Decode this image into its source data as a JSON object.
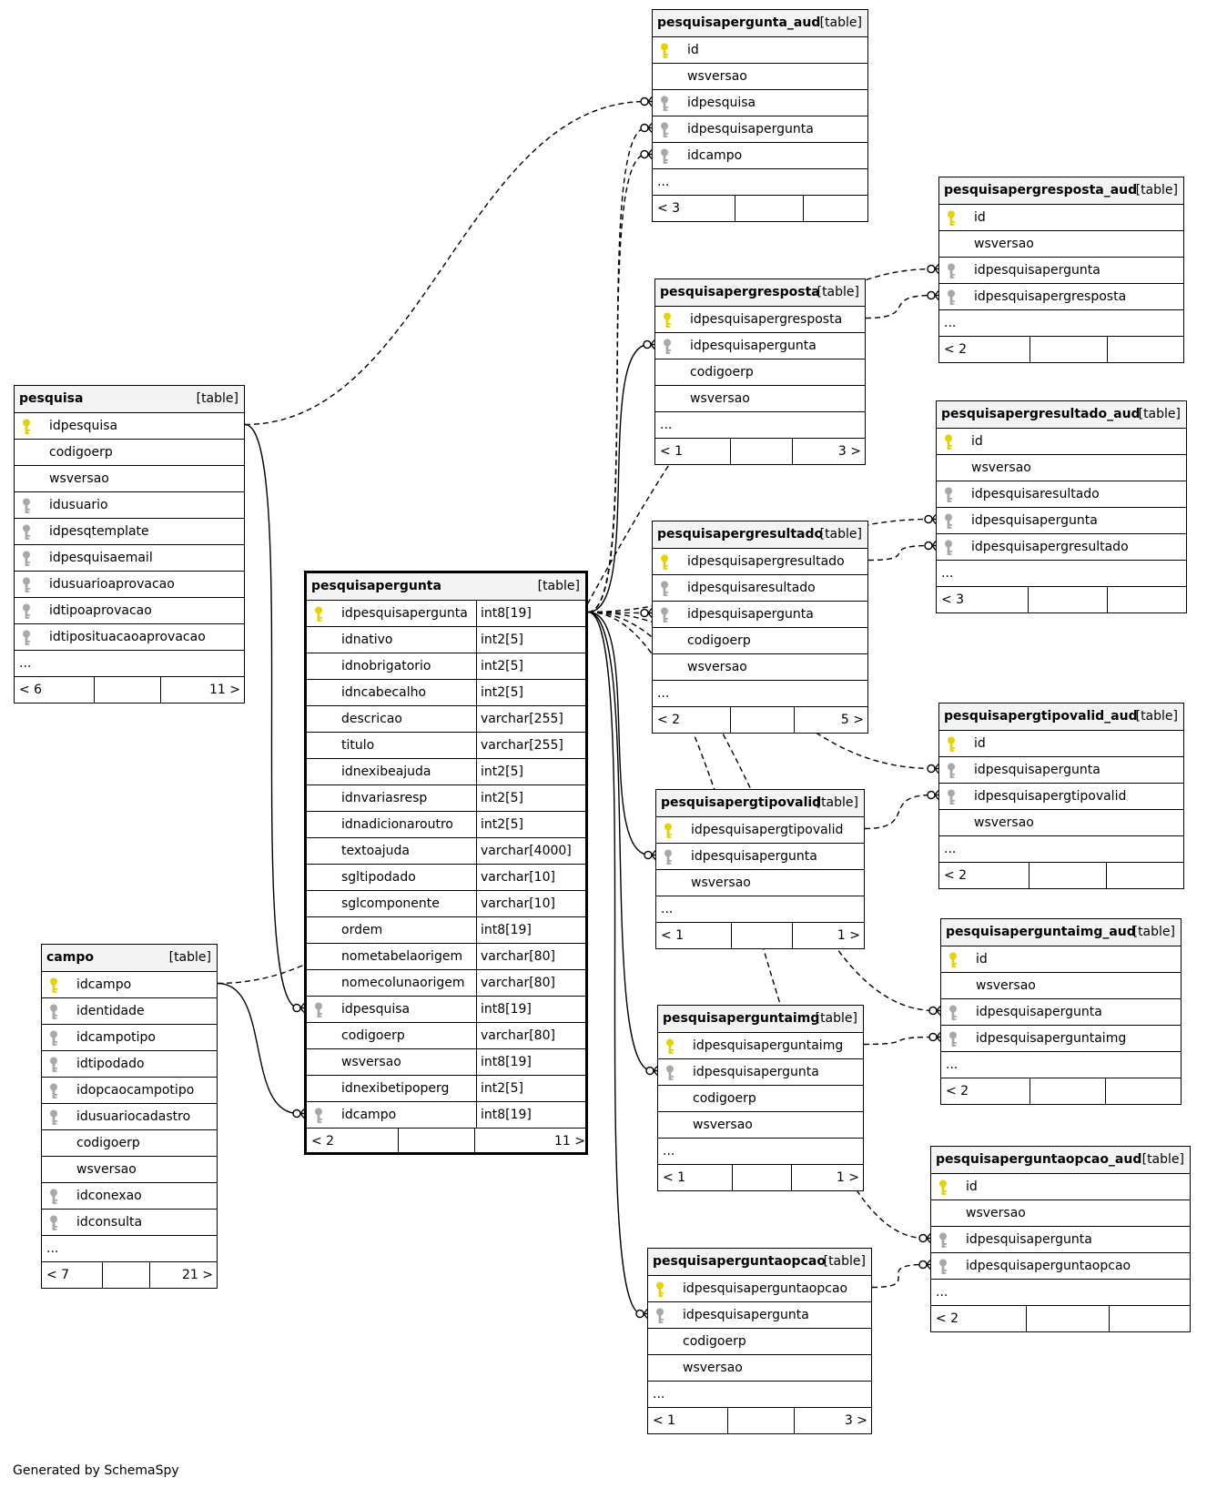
{
  "diagram": {
    "generated_by": "Generated by SchemaSpy",
    "colors": {
      "line": "#000000",
      "header_bg": "#f3f3f3",
      "pk_key": "#e6d200",
      "fk_key": "#a8a8a8"
    },
    "tables": [
      {
        "id": "pesquisapergunta_aud",
        "name": "pesquisapergunta_aud",
        "kind": "[table]",
        "columns": [
          {
            "name": "id",
            "key": "pk"
          },
          {
            "name": "wsversao",
            "key": ""
          },
          {
            "name": "idpesquisa",
            "key": "fk"
          },
          {
            "name": "idpesquisapergunta",
            "key": "fk"
          },
          {
            "name": "idcampo",
            "key": "fk"
          }
        ],
        "more": "...",
        "footer_left": "< 3",
        "footer_right": ""
      },
      {
        "id": "pesquisapergresposta_aud",
        "name": "pesquisapergresposta_aud",
        "kind": "[table]",
        "columns": [
          {
            "name": "id",
            "key": "pk"
          },
          {
            "name": "wsversao",
            "key": ""
          },
          {
            "name": "idpesquisapergunta",
            "key": "fk"
          },
          {
            "name": "idpesquisapergresposta",
            "key": "fk"
          }
        ],
        "more": "...",
        "footer_left": "< 2",
        "footer_right": ""
      },
      {
        "id": "pesquisapergresposta",
        "name": "pesquisapergresposta",
        "kind": "[table]",
        "columns": [
          {
            "name": "idpesquisapergresposta",
            "key": "pk"
          },
          {
            "name": "idpesquisapergunta",
            "key": "fk"
          },
          {
            "name": "codigoerp",
            "key": ""
          },
          {
            "name": "wsversao",
            "key": ""
          }
        ],
        "more": "...",
        "footer_left": "< 1",
        "footer_right": "3 >"
      },
      {
        "id": "pesquisa",
        "name": "pesquisa",
        "kind": "[table]",
        "columns": [
          {
            "name": "idpesquisa",
            "key": "pk"
          },
          {
            "name": "codigoerp",
            "key": ""
          },
          {
            "name": "wsversao",
            "key": ""
          },
          {
            "name": "idusuario",
            "key": "fk"
          },
          {
            "name": "idpesqtemplate",
            "key": "fk"
          },
          {
            "name": "idpesquisaemail",
            "key": "fk"
          },
          {
            "name": "idusuarioaprovacao",
            "key": "fk"
          },
          {
            "name": "idtipoaprovacao",
            "key": "fk"
          },
          {
            "name": "idtiposituacaoaprovacao",
            "key": "fk"
          }
        ],
        "more": "...",
        "footer_left": "< 6",
        "footer_right": "11 >"
      },
      {
        "id": "pesquisapergresultado_aud",
        "name": "pesquisapergresultado_aud",
        "kind": "[table]",
        "columns": [
          {
            "name": "id",
            "key": "pk"
          },
          {
            "name": "wsversao",
            "key": ""
          },
          {
            "name": "idpesquisaresultado",
            "key": "fk"
          },
          {
            "name": "idpesquisapergunta",
            "key": "fk"
          },
          {
            "name": "idpesquisapergresultado",
            "key": "fk"
          }
        ],
        "more": "...",
        "footer_left": "< 3",
        "footer_right": ""
      },
      {
        "id": "pesquisapergresultado",
        "name": "pesquisapergresultado",
        "kind": "[table]",
        "columns": [
          {
            "name": "idpesquisapergresultado",
            "key": "pk"
          },
          {
            "name": "idpesquisaresultado",
            "key": "fk"
          },
          {
            "name": "idpesquisapergunta",
            "key": "fk"
          },
          {
            "name": "codigoerp",
            "key": ""
          },
          {
            "name": "wsversao",
            "key": ""
          }
        ],
        "more": "...",
        "footer_left": "< 2",
        "footer_right": "5 >"
      },
      {
        "id": "pesquisapergunta",
        "name": "pesquisapergunta",
        "kind": "[table]",
        "focus": true,
        "columns": [
          {
            "name": "idpesquisapergunta",
            "type": "int8[19]",
            "key": "pk"
          },
          {
            "name": "idnativo",
            "type": "int2[5]",
            "key": ""
          },
          {
            "name": "idnobrigatorio",
            "type": "int2[5]",
            "key": ""
          },
          {
            "name": "idncabecalho",
            "type": "int2[5]",
            "key": ""
          },
          {
            "name": "descricao",
            "type": "varchar[255]",
            "key": ""
          },
          {
            "name": "titulo",
            "type": "varchar[255]",
            "key": ""
          },
          {
            "name": "idnexibeajuda",
            "type": "int2[5]",
            "key": ""
          },
          {
            "name": "idnvariasresp",
            "type": "int2[5]",
            "key": ""
          },
          {
            "name": "idnadicionaroutro",
            "type": "int2[5]",
            "key": ""
          },
          {
            "name": "textoajuda",
            "type": "varchar[4000]",
            "key": ""
          },
          {
            "name": "sgltipodado",
            "type": "varchar[10]",
            "key": ""
          },
          {
            "name": "sglcomponente",
            "type": "varchar[10]",
            "key": ""
          },
          {
            "name": "ordem",
            "type": "int8[19]",
            "key": ""
          },
          {
            "name": "nometabelaorigem",
            "type": "varchar[80]",
            "key": ""
          },
          {
            "name": "nomecolunaorigem",
            "type": "varchar[80]",
            "key": ""
          },
          {
            "name": "idpesquisa",
            "type": "int8[19]",
            "key": "fk"
          },
          {
            "name": "codigoerp",
            "type": "varchar[80]",
            "key": ""
          },
          {
            "name": "wsversao",
            "type": "int8[19]",
            "key": ""
          },
          {
            "name": "idnexibetipoperg",
            "type": "int2[5]",
            "key": ""
          },
          {
            "name": "idcampo",
            "type": "int8[19]",
            "key": "fk"
          }
        ],
        "more": "",
        "footer_left": "< 2",
        "footer_right": "11 >"
      },
      {
        "id": "pesquisapergtipovalid_aud",
        "name": "pesquisapergtipovalid_aud",
        "kind": "[table]",
        "columns": [
          {
            "name": "id",
            "key": "pk"
          },
          {
            "name": "idpesquisapergunta",
            "key": "fk"
          },
          {
            "name": "idpesquisapergtipovalid",
            "key": "fk"
          },
          {
            "name": "wsversao",
            "key": ""
          }
        ],
        "more": "...",
        "footer_left": "< 2",
        "footer_right": ""
      },
      {
        "id": "pesquisapergtipovalid",
        "name": "pesquisapergtipovalid",
        "kind": "[table]",
        "columns": [
          {
            "name": "idpesquisapergtipovalid",
            "key": "pk"
          },
          {
            "name": "idpesquisapergunta",
            "key": "fk"
          },
          {
            "name": "wsversao",
            "key": ""
          }
        ],
        "more": "...",
        "footer_left": "< 1",
        "footer_right": "1 >"
      },
      {
        "id": "pesquisaperguntaimg_aud",
        "name": "pesquisaperguntaimg_aud",
        "kind": "[table]",
        "columns": [
          {
            "name": "id",
            "key": "pk"
          },
          {
            "name": "wsversao",
            "key": ""
          },
          {
            "name": "idpesquisapergunta",
            "key": "fk"
          },
          {
            "name": "idpesquisaperguntaimg",
            "key": "fk"
          }
        ],
        "more": "...",
        "footer_left": "< 2",
        "footer_right": ""
      },
      {
        "id": "campo",
        "name": "campo",
        "kind": "[table]",
        "columns": [
          {
            "name": "idcampo",
            "key": "pk"
          },
          {
            "name": "identidade",
            "key": "fk"
          },
          {
            "name": "idcampotipo",
            "key": "fk"
          },
          {
            "name": "idtipodado",
            "key": "fk"
          },
          {
            "name": "idopcaocampotipo",
            "key": "fk"
          },
          {
            "name": "idusuariocadastro",
            "key": "fk"
          },
          {
            "name": "codigoerp",
            "key": ""
          },
          {
            "name": "wsversao",
            "key": ""
          },
          {
            "name": "idconexao",
            "key": "fk"
          },
          {
            "name": "idconsulta",
            "key": "fk"
          }
        ],
        "more": "...",
        "footer_left": "< 7",
        "footer_right": "21 >"
      },
      {
        "id": "pesquisaperguntaimg",
        "name": "pesquisaperguntaimg",
        "kind": "[table]",
        "columns": [
          {
            "name": "idpesquisaperguntaimg",
            "key": "pk"
          },
          {
            "name": "idpesquisapergunta",
            "key": "fk"
          },
          {
            "name": "codigoerp",
            "key": ""
          },
          {
            "name": "wsversao",
            "key": ""
          }
        ],
        "more": "...",
        "footer_left": "< 1",
        "footer_right": "1 >"
      },
      {
        "id": "pesquisaperguntaopcao_aud",
        "name": "pesquisaperguntaopcao_aud",
        "kind": "[table]",
        "columns": [
          {
            "name": "id",
            "key": "pk"
          },
          {
            "name": "wsversao",
            "key": ""
          },
          {
            "name": "idpesquisapergunta",
            "key": "fk"
          },
          {
            "name": "idpesquisaperguntaopcao",
            "key": "fk"
          }
        ],
        "more": "...",
        "footer_left": "< 2",
        "footer_right": ""
      },
      {
        "id": "pesquisaperguntaopcao",
        "name": "pesquisaperguntaopcao",
        "kind": "[table]",
        "columns": [
          {
            "name": "idpesquisaperguntaopcao",
            "key": "pk"
          },
          {
            "name": "idpesquisapergunta",
            "key": "fk"
          },
          {
            "name": "codigoerp",
            "key": ""
          },
          {
            "name": "wsversao",
            "key": ""
          }
        ],
        "more": "...",
        "footer_left": "< 1",
        "footer_right": "3 >"
      }
    ],
    "relationships": [
      {
        "from": "pesquisa.idpesquisa",
        "to": "pesquisapergunta.idpesquisa",
        "style": "solid"
      },
      {
        "from": "pesquisa.idpesquisa",
        "to": "pesquisapergunta_aud.idpesquisa",
        "style": "dashed"
      },
      {
        "from": "campo.idcampo",
        "to": "pesquisapergunta.idcampo",
        "style": "solid"
      },
      {
        "from": "campo.idcampo",
        "to": "pesquisapergresposta_aud.idpesquisapergunta",
        "style": "dashed"
      },
      {
        "from": "pesquisapergunta.idpesquisapergunta",
        "to": "pesquisapergunta_aud.idpesquisapergunta",
        "style": "dashed"
      },
      {
        "from": "pesquisapergunta.idpesquisapergunta",
        "to": "pesquisapergunta_aud.idcampo",
        "style": "dashed"
      },
      {
        "from": "pesquisapergunta.idpesquisapergunta",
        "to": "pesquisapergresposta.idpesquisapergunta",
        "style": "solid"
      },
      {
        "from": "pesquisapergunta.idpesquisapergunta",
        "to": "pesquisapergresultado.idpesquisapergunta",
        "style": "dashed"
      },
      {
        "from": "pesquisapergunta.idpesquisapergunta",
        "to": "pesquisapergresultado_aud.idpesquisapergunta",
        "style": "dashed"
      },
      {
        "from": "pesquisapergunta.idpesquisapergunta",
        "to": "pesquisapergtipovalid.idpesquisapergunta",
        "style": "solid"
      },
      {
        "from": "pesquisapergunta.idpesquisapergunta",
        "to": "pesquisapergtipovalid_aud.idpesquisapergunta",
        "style": "dashed"
      },
      {
        "from": "pesquisapergunta.idpesquisapergunta",
        "to": "pesquisaperguntaimg.idpesquisapergunta",
        "style": "solid"
      },
      {
        "from": "pesquisapergunta.idpesquisapergunta",
        "to": "pesquisaperguntaimg_aud.idpesquisapergunta",
        "style": "dashed"
      },
      {
        "from": "pesquisapergunta.idpesquisapergunta",
        "to": "pesquisaperguntaopcao.idpesquisapergunta",
        "style": "solid"
      },
      {
        "from": "pesquisapergunta.idpesquisapergunta",
        "to": "pesquisaperguntaopcao_aud.idpesquisapergunta",
        "style": "dashed"
      },
      {
        "from": "pesquisapergresposta.idpesquisapergresposta",
        "to": "pesquisapergresposta_aud.idpesquisapergresposta",
        "style": "dashed"
      },
      {
        "from": "pesquisapergresultado.idpesquisapergresultado",
        "to": "pesquisapergresultado_aud.idpesquisapergresultado",
        "style": "dashed"
      },
      {
        "from": "pesquisapergtipovalid.idpesquisapergtipovalid",
        "to": "pesquisapergtipovalid_aud.idpesquisapergtipovalid",
        "style": "dashed"
      },
      {
        "from": "pesquisaperguntaimg.idpesquisaperguntaimg",
        "to": "pesquisaperguntaimg_aud.idpesquisaperguntaimg",
        "style": "dashed"
      },
      {
        "from": "pesquisaperguntaopcao.idpesquisaperguntaopcao",
        "to": "pesquisaperguntaopcao_aud.idpesquisaperguntaopcao",
        "style": "dashed"
      }
    ]
  }
}
